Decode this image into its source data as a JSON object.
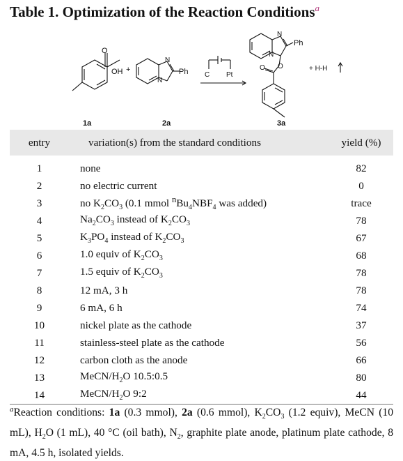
{
  "title": {
    "text": "Table 1. Optimization of the Reaction Conditions",
    "footnote_mark": "a"
  },
  "scheme": {
    "ohLabel": "OH",
    "plus": "+",
    "phLabel": "Ph",
    "nLabel": "N",
    "cLabel": "C",
    "ptLabel": "Pt",
    "h2Label": "+ H-H",
    "compound1": "1a",
    "compound2": "2a",
    "compound3": "3a",
    "oLabel": "O"
  },
  "table": {
    "headers": [
      "entry",
      "variation(s) from the standard conditions",
      "yield (%)"
    ],
    "rows": [
      {
        "entry": "1",
        "variation": "none",
        "yield": "82"
      },
      {
        "entry": "2",
        "variation": "no electric current",
        "yield": "0"
      },
      {
        "entry": "3",
        "variation": "no K2CO3 (0.1 mmol nBu4NBF4 was added)",
        "yield": "trace"
      },
      {
        "entry": "4",
        "variation": "Na2CO3 instead of K2CO3",
        "yield": "78"
      },
      {
        "entry": "5",
        "variation": "K3PO4 instead of K2CO3",
        "yield": "67"
      },
      {
        "entry": "6",
        "variation": "1.0 equiv of K2CO3",
        "yield": "68"
      },
      {
        "entry": "7",
        "variation": "1.5 equiv of K2CO3",
        "yield": "78"
      },
      {
        "entry": "8",
        "variation": "12 mA, 3 h",
        "yield": "78"
      },
      {
        "entry": "9",
        "variation": "6 mA, 6 h",
        "yield": "74"
      },
      {
        "entry": "10",
        "variation": "nickel plate as the cathode",
        "yield": "37"
      },
      {
        "entry": "11",
        "variation": "stainless-steel plate as the cathode",
        "yield": "56"
      },
      {
        "entry": "12",
        "variation": "carbon cloth as the anode",
        "yield": "66"
      },
      {
        "entry": "13",
        "variation": "MeCN/H2O 10.5:0.5",
        "yield": "80"
      },
      {
        "entry": "14",
        "variation": "MeCN/H2O 9:2",
        "yield": "44"
      }
    ]
  },
  "footnote": {
    "mark": "a",
    "text": "Reaction conditions: 1a (0.3 mmol), 2a (0.6 mmol), K2CO3 (1.2 equiv), MeCN (10 mL), H2O (1 mL), 40 °C (oil bath), N2, graphite plate anode, platinum plate cathode, 8 mA, 4.5 h, isolated yields."
  }
}
